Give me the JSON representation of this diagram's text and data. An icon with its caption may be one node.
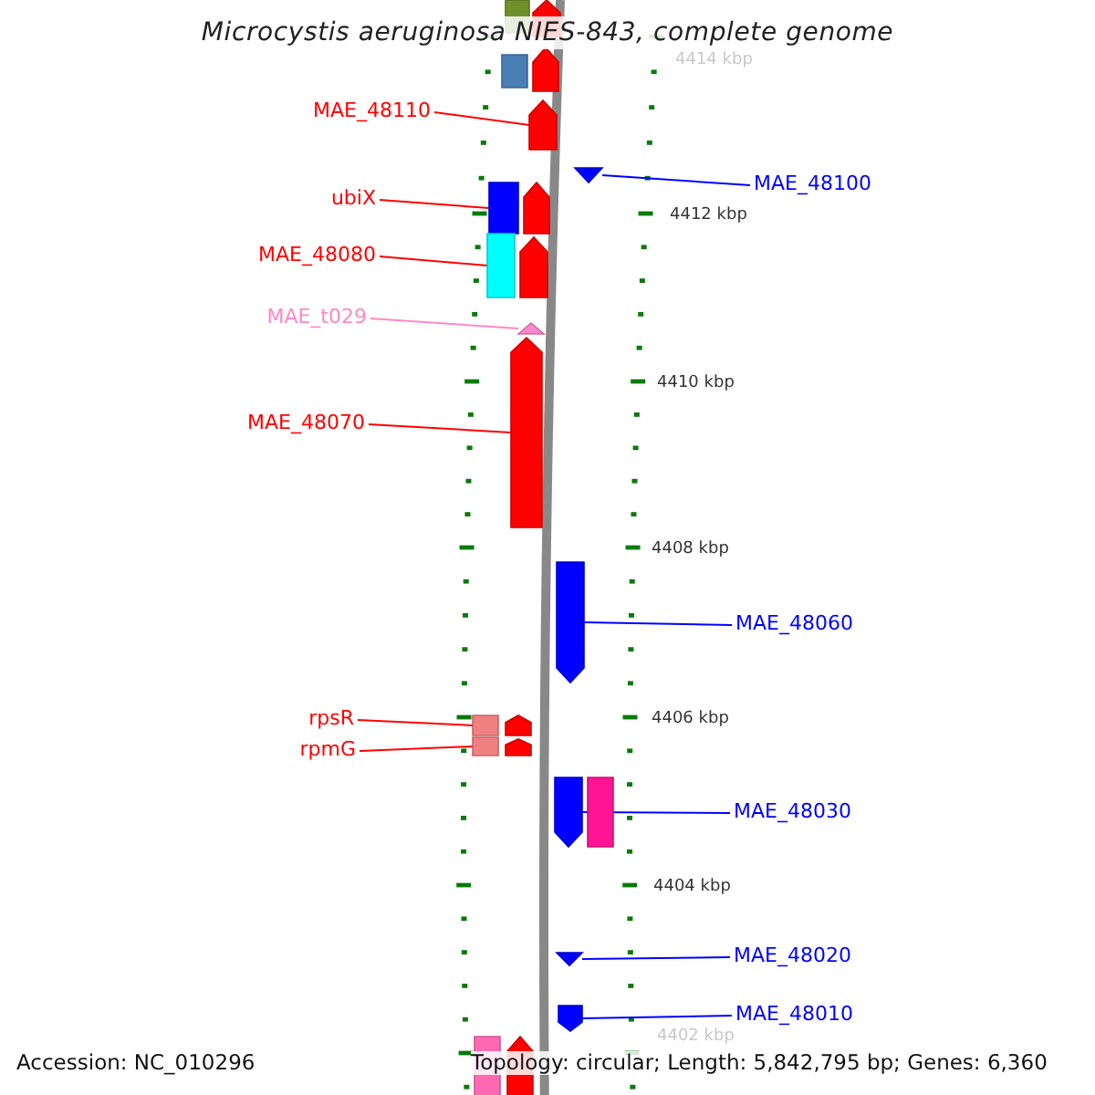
{
  "diagram": {
    "title": "Microcystis aeruginosa NIES-843, complete genome",
    "nodes": [
      {
        "text": [
          "MAE_48110"
        ]
      },
      {
        "text": [
          "MAE_48100"
        ]
      },
      {
        "text": [
          "ubiX"
        ]
      },
      {
        "text": [
          "MAE_48080"
        ]
      },
      {
        "text": [
          "MAE_t029"
        ]
      },
      {
        "text": [
          "MAE_48070"
        ]
      },
      {
        "text": [
          "MAE_48060"
        ]
      },
      {
        "text": [
          "rpsR"
        ]
      },
      {
        "text": [
          "rpmG"
        ]
      },
      {
        "text": [
          "MAE_48030"
        ]
      },
      {
        "text": [
          "MAE_48020"
        ]
      },
      {
        "text": [
          "MAE_48010"
        ]
      },
      {
        "text": [],
        "shape": "arrow"
      },
      {
        "text": [],
        "shape": "triangle"
      },
      {
        "text": [],
        "shape": "box"
      },
      {
        "text": [],
        "shape": "box"
      },
      {
        "text": [],
        "shape": "triangle"
      },
      {
        "text": [],
        "shape": "arrow"
      },
      {
        "text": [],
        "shape": "arrow"
      },
      {
        "text": [],
        "shape": "box"
      },
      {
        "text": [],
        "shape": "box"
      },
      {
        "text": [],
        "shape": "arrow"
      },
      {
        "text": [],
        "shape": "triangle"
      },
      {
        "text": [],
        "shape": "arrow"
      },
      {
        "text": [],
        "shape": "box"
      },
      {
        "text": [],
        "shape": "arrow"
      },
      {
        "text": [],
        "shape": "box"
      },
      {
        "text": [],
        "shape": "arrow"
      },
      {
        "text": [],
        "shape": "arrow"
      },
      {
        "text": [],
        "shape": "arrow"
      },
      {
        "text": [],
        "shape": "arrow"
      },
      {
        "text": [],
        "shape": "arrow"
      },
      {
        "text": [],
        "shape": "box"
      },
      {
        "text": [],
        "shape": "box"
      },
      {
        "text": [],
        "shape": "arrow"
      }
    ],
    "edges": [
      {
        "from": 0,
        "to": 12,
        "arrow": "none"
      },
      {
        "from": 1,
        "to": 13,
        "arrow": "none",
        "color": "#0000ff"
      },
      {
        "from": 2,
        "to": 14,
        "arrow": "none"
      },
      {
        "from": 3,
        "to": 15,
        "arrow": "none"
      },
      {
        "from": 4,
        "to": 16,
        "arrow": "none",
        "color": "#ff88c8"
      },
      {
        "from": 5,
        "to": 17,
        "arrow": "none"
      },
      {
        "from": 6,
        "to": 18,
        "arrow": "none",
        "color": "#0000ff"
      },
      {
        "from": 7,
        "to": 19,
        "arrow": "none"
      },
      {
        "from": 8,
        "to": 20,
        "arrow": "none"
      },
      {
        "from": 9,
        "to": 21,
        "arrow": "none",
        "color": "#0000ff"
      },
      {
        "from": 10,
        "to": 22,
        "arrow": "none",
        "color": "#0000ff"
      },
      {
        "from": 11,
        "to": 23,
        "arrow": "none",
        "color": "#0000ff"
      }
    ],
    "labels": [
      "4414 kbp",
      "4412 kbp",
      "4410 kbp",
      "4408 kbp",
      "4406 kbp",
      "4404 kbp",
      "4402 kbp",
      "Accession: NC_010296",
      "Topology: circular; Length: 5,842,795 bp; Genes: 6,360"
    ]
  }
}
